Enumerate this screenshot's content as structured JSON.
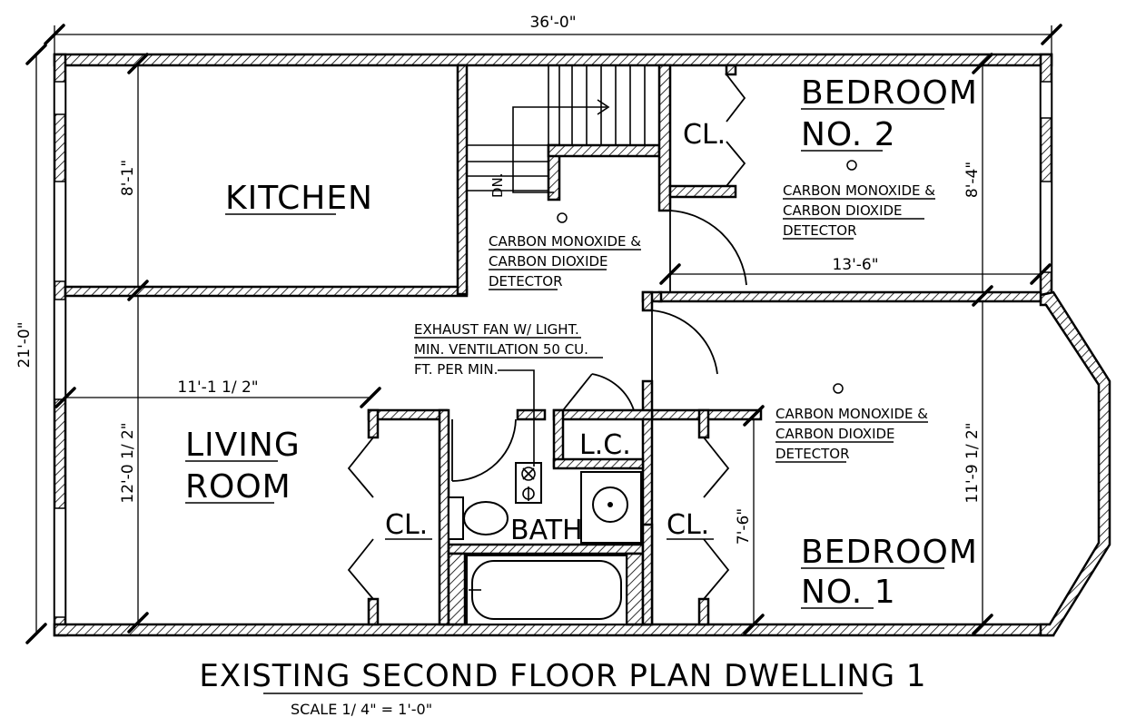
{
  "title": "EXISTING SECOND FLOOR PLAN DWELLING 1",
  "scale": "SCALE 1/ 4\" = 1'-0\"",
  "dimensions": {
    "overall_width": "36'-0\"",
    "overall_depth": "21'-0\"",
    "kitchen_depth": "8'-1\"",
    "bedroom2_depth": "8'-4\"",
    "bedroom2_width": "13'-6\"",
    "living_width": "11'-1 1/ 2\"",
    "living_depth": "12'-0 1/ 2\"",
    "bedroom1_closet": "7'-6\"",
    "bedroom1_depth": "11'-9 1/ 2\""
  },
  "rooms": {
    "kitchen": "KITCHEN",
    "bedroom2_line1": "BEDROOM",
    "bedroom2_line2": "NO. 2",
    "living_line1": "LIVING",
    "living_line2": "ROOM",
    "bedroom1_line1": "BEDROOM",
    "bedroom1_line2": "NO. 1",
    "closet_bedroom2": "CL.",
    "closet_living": "CL.",
    "closet_bedroom1": "CL.",
    "linen_closet": "L.C.",
    "bath": "BATH",
    "stair_dn": "DN."
  },
  "notes": {
    "detector_hall": [
      "CARBON MONOXIDE &",
      "CARBON DIOXIDE",
      "DETECTOR"
    ],
    "detector_bedroom2": [
      "CARBON MONOXIDE &",
      "CARBON DIOXIDE",
      "DETECTOR"
    ],
    "detector_bedroom1": [
      "CARBON MONOXIDE &",
      "CARBON DIOXIDE",
      "DETECTOR"
    ],
    "exhaust_fan": [
      "EXHAUST FAN W/  LIGHT.",
      "MIN. VENTILATION 50 CU.",
      "FT. PER MIN."
    ]
  }
}
